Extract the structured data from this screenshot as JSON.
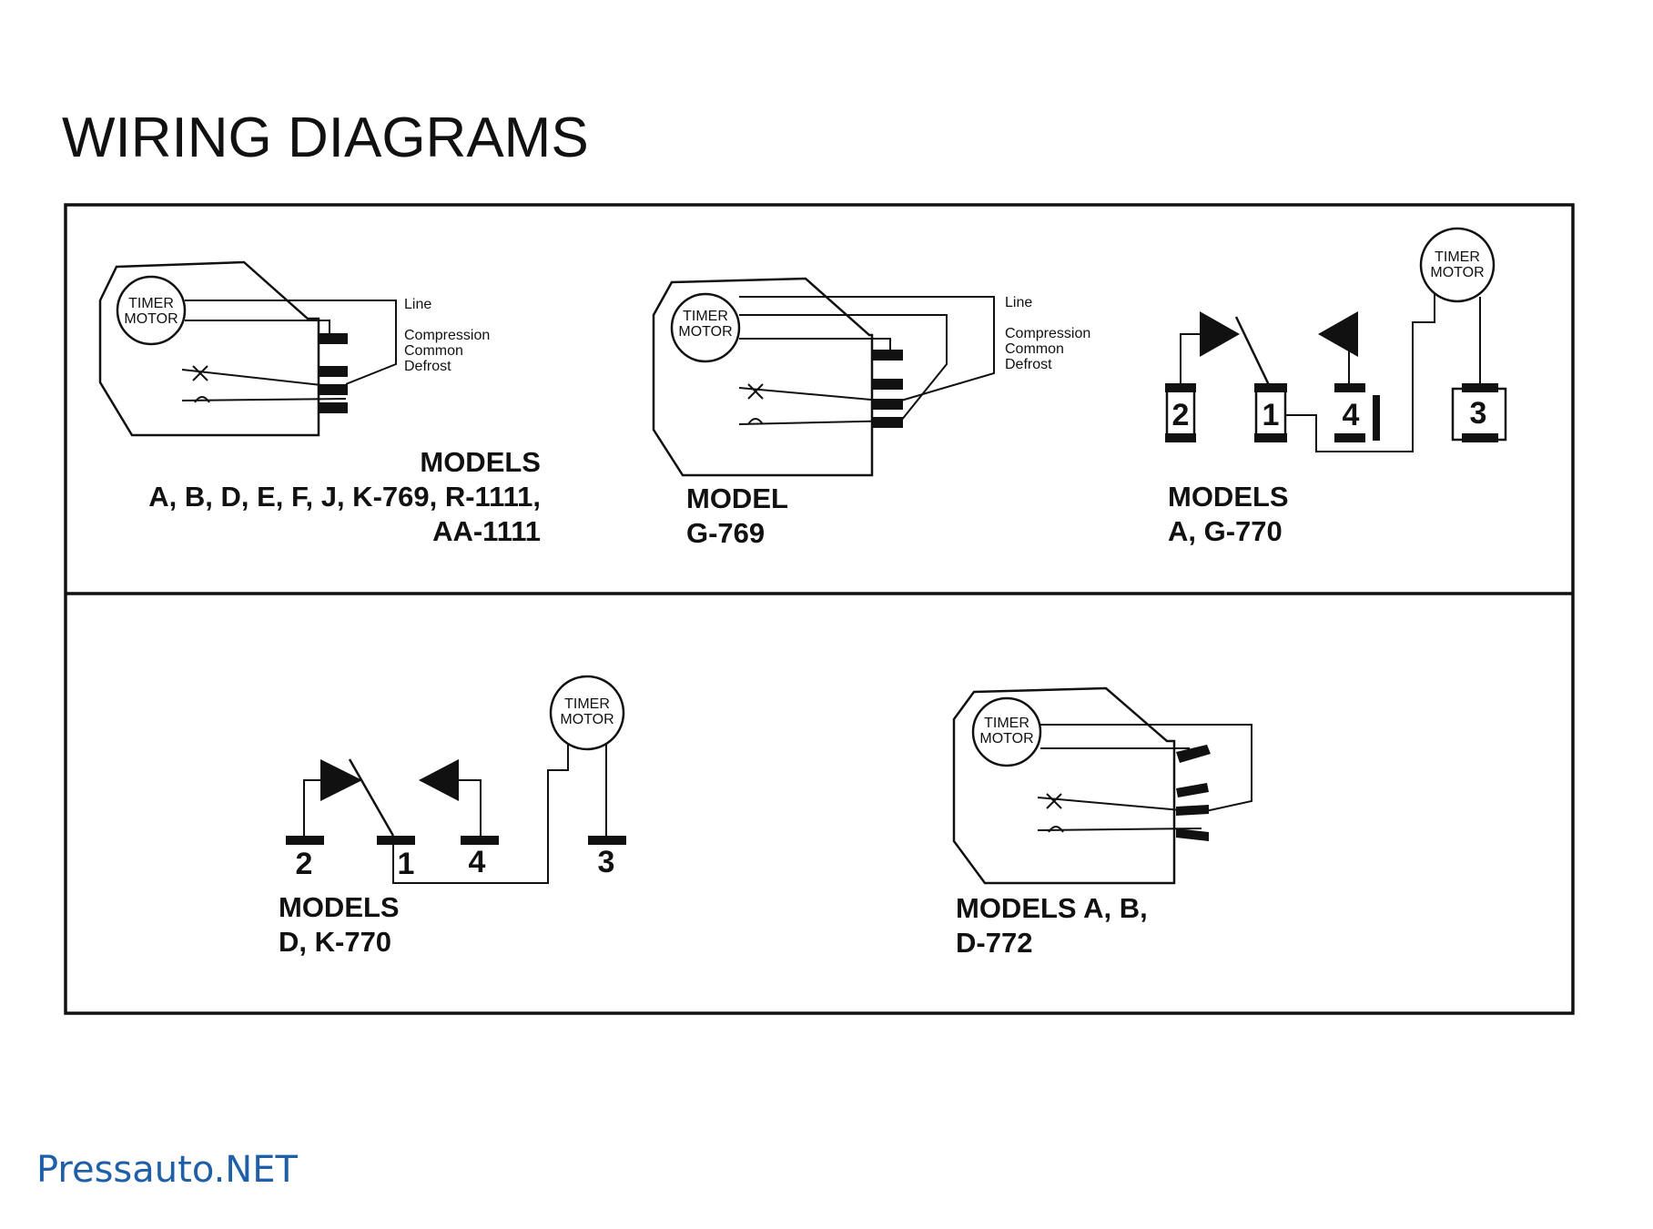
{
  "title": "WIRING DIAGRAMS",
  "timer_motor": {
    "line1": "TIMER",
    "line2": "MOTOR"
  },
  "wire_labels": {
    "line": "Line",
    "compression": "Compression",
    "common": "Common",
    "defrost": "Defrost"
  },
  "terminals": {
    "t1": "1",
    "t2": "2",
    "t3": "3",
    "t4": "4"
  },
  "panels": [
    {
      "line1": "MODELS",
      "line2": "A, B, D, E, F, J, K-769, R-1111,",
      "line3": "AA-1111"
    },
    {
      "line1": "MODEL",
      "line2": "G-769"
    },
    {
      "line1": "MODELS",
      "line2": "A, G-770"
    },
    {
      "line1": "MODELS",
      "line2": "D, K-770"
    },
    {
      "line1": "MODELS A, B,",
      "line2": "D-772"
    }
  ],
  "watermark": "Pressauto.NET",
  "colors": {
    "ink": "#111111",
    "watermark": "#1f5fa8"
  }
}
